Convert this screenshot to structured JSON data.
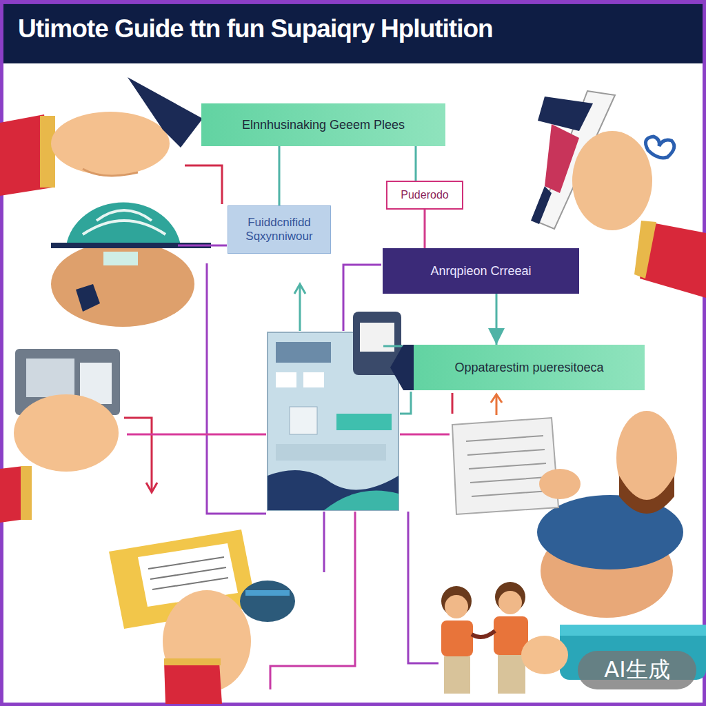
{
  "diagram": {
    "title": "Utimote Guide ttn fun Supaiqry Hplutition",
    "nodes": [
      {
        "text": [
          "Elnnhusinaking Geeem Plees"
        ]
      },
      {
        "text": [
          "Puderodo"
        ]
      },
      {
        "text": [
          "Fuiddcnifidd Sqxynniwour"
        ]
      },
      {
        "text": [
          "Anrqpieon Crreeai"
        ]
      },
      {
        "text": [
          "Oppatarestim pueresitoeca"
        ]
      }
    ],
    "edges": [
      {
        "from": 0,
        "to": 2,
        "arrow": "none"
      },
      {
        "from": 0,
        "to": 1,
        "arrow": "none"
      },
      {
        "from": 1,
        "to": 3,
        "arrow": "none"
      },
      {
        "from": 3,
        "to": 4,
        "arrow": "to"
      }
    ],
    "labels": [
      "AI生成"
    ]
  }
}
